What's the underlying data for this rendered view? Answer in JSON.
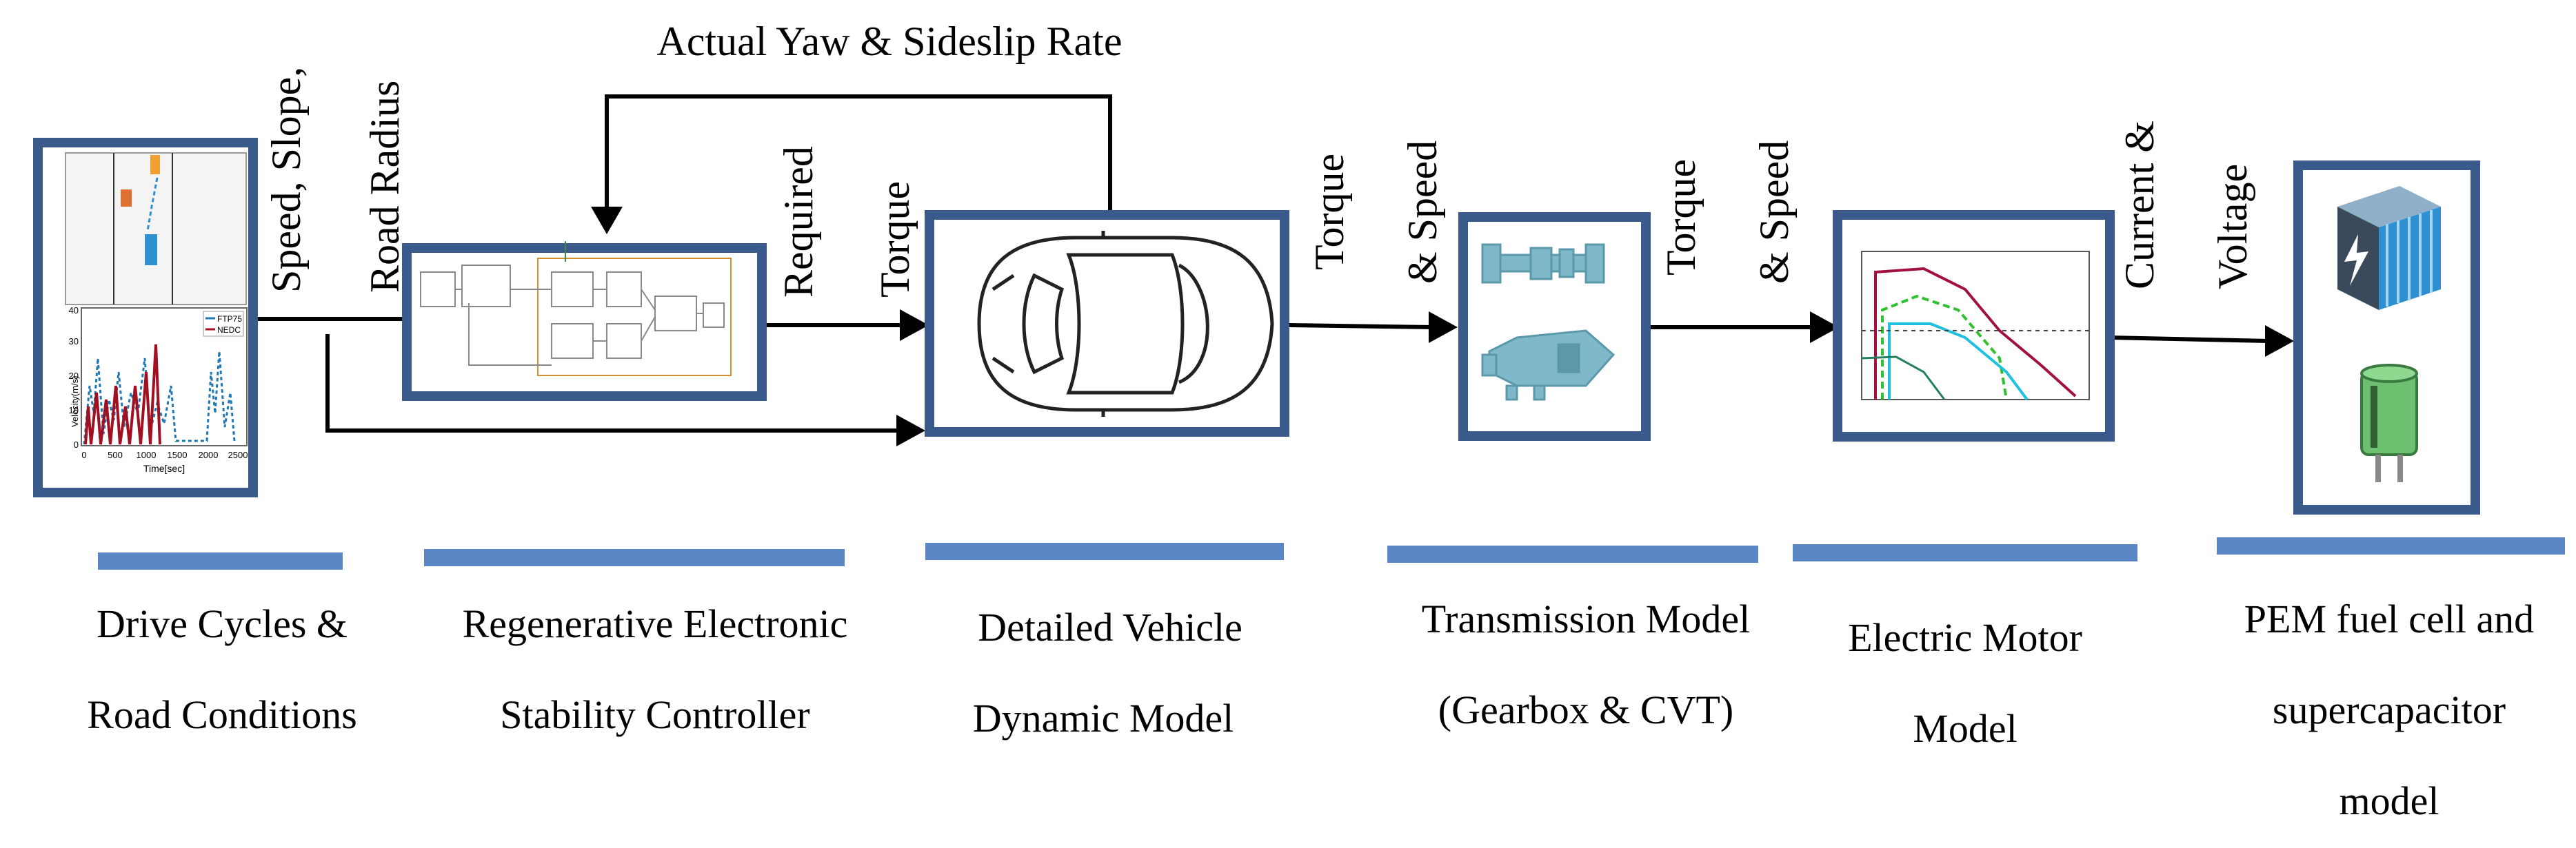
{
  "signals": {
    "feedback": "Actual Yaw & Sideslip Rate",
    "drive_1": "Speed, Slope,",
    "drive_2": "Road Radius",
    "req_1": "Required",
    "req_2": "Torque",
    "veh_1": "Torque",
    "veh_2": "& Speed",
    "trans_1": "Torque",
    "trans_2": "& Speed",
    "motor_1": "Current &",
    "motor_2": "Voltage"
  },
  "blocks": {
    "drive": {
      "line1": "Drive Cycles &",
      "line2": "Road Conditions",
      "plot": {
        "legend": [
          "FTP75",
          "NEDC"
        ],
        "ylabel": "Velocity(m/s)",
        "xlabel": "Time[sec]",
        "xticks": [
          "0",
          "500",
          "1000",
          "1500",
          "2000",
          "2500"
        ],
        "yticks": [
          "0",
          "10",
          "20",
          "30",
          "40"
        ]
      }
    },
    "controller": {
      "line1": "Regenerative Electronic",
      "line2": "Stability Controller"
    },
    "vehicle": {
      "line1": "Detailed  Vehicle",
      "line2": "Dynamic Model"
    },
    "transmission": {
      "line1": "Transmission Model",
      "line2": "(Gearbox & CVT)"
    },
    "motor": {
      "line1": "Electric Motor",
      "line2": "Model"
    },
    "power": {
      "line1": "PEM fuel cell and",
      "line2": "supercapacitor",
      "line3": "model"
    }
  },
  "colors": {
    "box_border": "#3a5a8c",
    "caption_bar": "#5b86c5",
    "gear_blue": "#7fb8c8",
    "battery_blue": "#2f8fd0",
    "capacitor_green": "#6cc070",
    "ftp75": "#1f77b4",
    "nedc": "#a01020"
  },
  "icons": [
    "car-icon",
    "gearbox-icon",
    "cvt-icon",
    "battery-icon",
    "capacitor-icon",
    "mini-chart-icon",
    "block-diagram-icon"
  ]
}
